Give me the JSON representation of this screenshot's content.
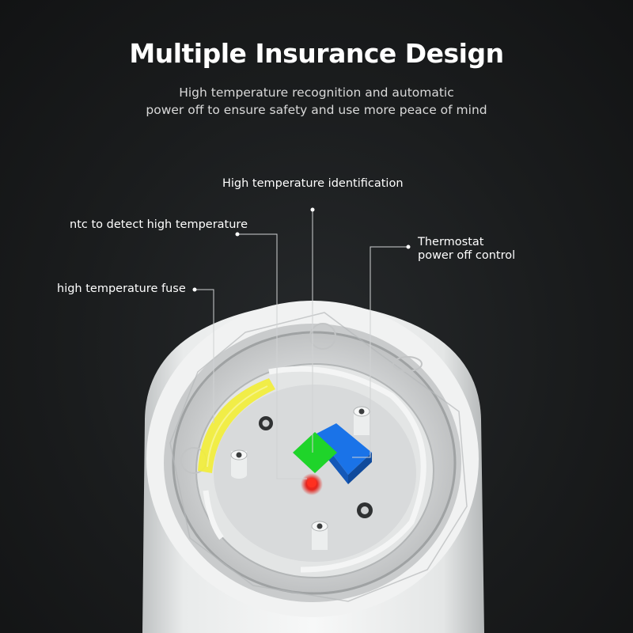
{
  "header": {
    "title": "Multiple Insurance Design",
    "subtitle_line1": "High temperature recognition and automatic",
    "subtitle_line2": "power off to ensure safety and use more peace of mind"
  },
  "callouts": {
    "high_temperature_identification": "High temperature identification",
    "ntc_detect": "ntc to detect high temperature",
    "high_temperature_fuse": "high temperature fuse",
    "thermostat_line1": "Thermostat",
    "thermostat_line2": "power off control"
  },
  "colors": {
    "background": "#161819",
    "fuse_highlight": "#f2ee3a",
    "identification_highlight": "#1fd42a",
    "thermostat_highlight": "#1a73e8",
    "ntc_highlight": "#e3261f"
  }
}
